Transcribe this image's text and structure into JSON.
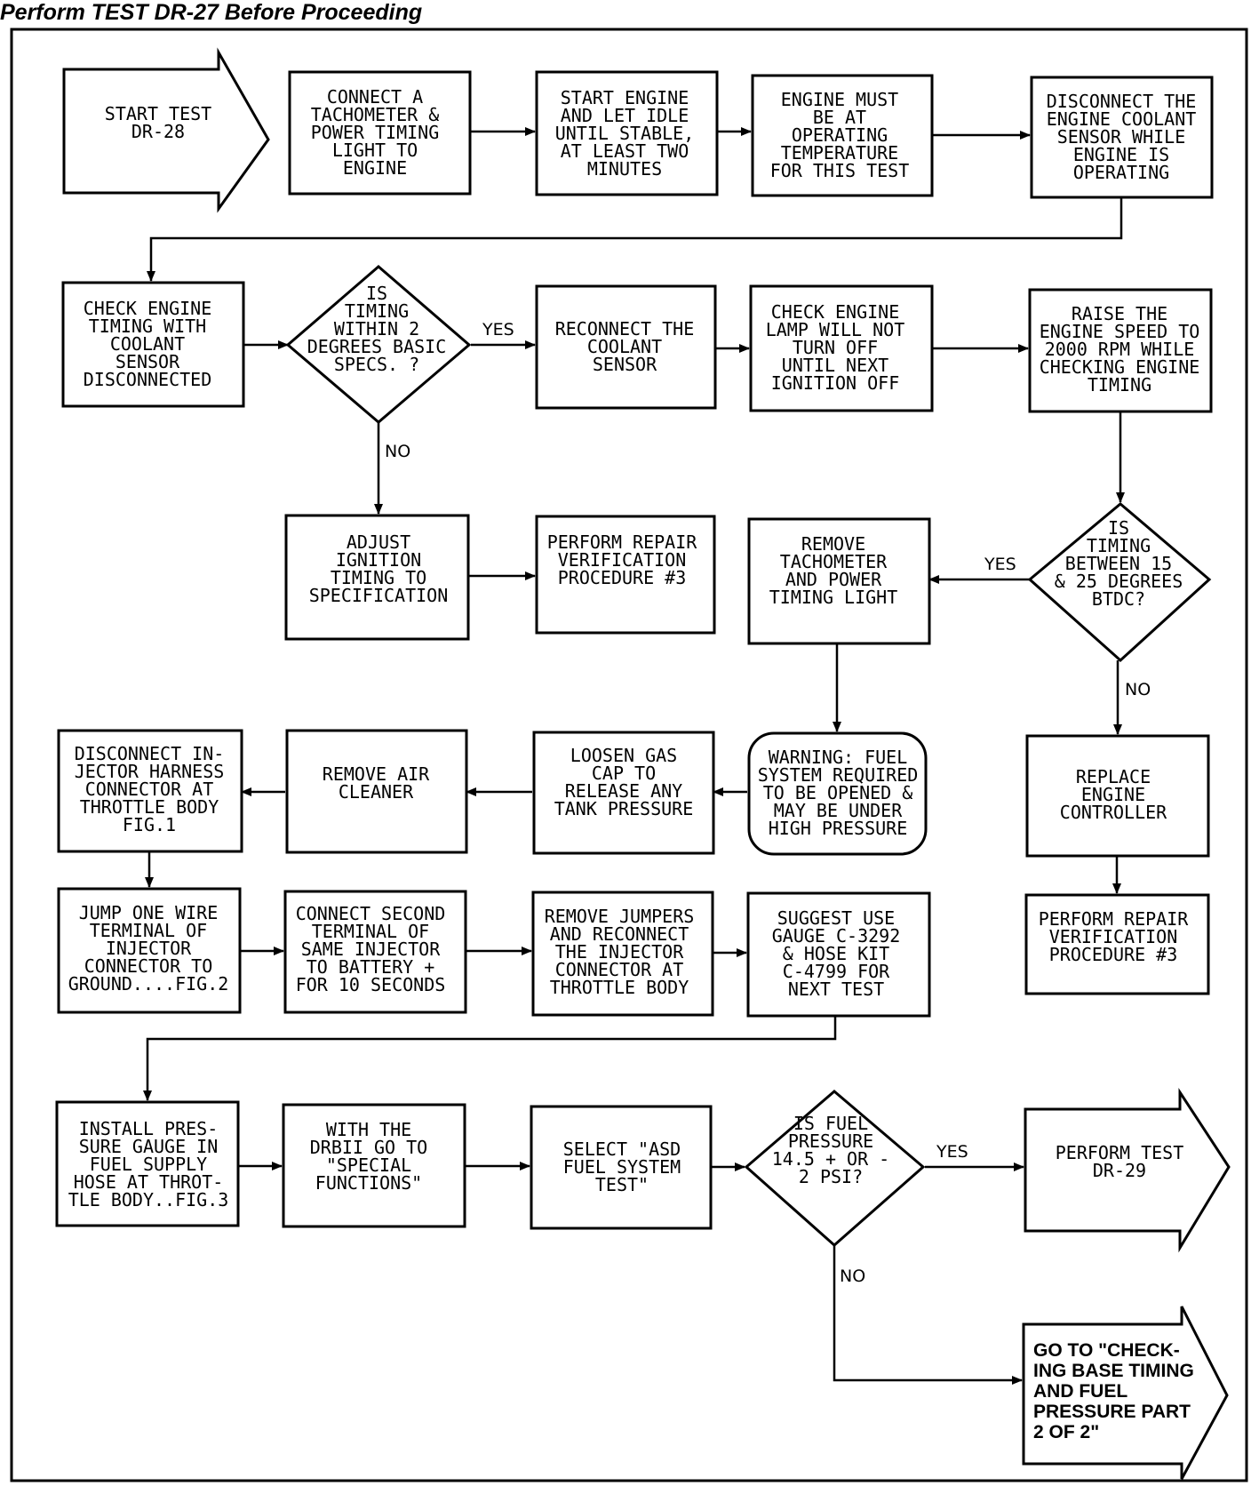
{
  "header": {
    "title": "Perform TEST DR-27 Before Proceeding"
  },
  "nodes": {
    "start": [
      "START TEST",
      "DR-28"
    ],
    "connect_tach": [
      "CONNECT A",
      "TACHOMETER &",
      "POWER TIMING",
      "LIGHT TO",
      "ENGINE"
    ],
    "start_engine": [
      "START ENGINE",
      "AND LET IDLE",
      "UNTIL STABLE,",
      "AT LEAST TWO",
      "MINUTES"
    ],
    "operating_temp": [
      "ENGINE MUST",
      "BE AT",
      "OPERATING",
      "TEMPERATURE",
      "FOR THIS TEST"
    ],
    "disconnect_coolant": [
      "DISCONNECT THE",
      "ENGINE COOLANT",
      "SENSOR WHILE",
      "ENGINE IS",
      "OPERATING"
    ],
    "check_timing": [
      "CHECK ENGINE",
      "TIMING WITH",
      "COOLANT",
      "SENSOR",
      "DISCONNECTED"
    ],
    "decision_timing": [
      "IS",
      "TIMING",
      "WITHIN 2",
      "DEGREES BASIC",
      "SPECS. ?"
    ],
    "reconnect": [
      "RECONNECT THE",
      "COOLANT",
      "SENSOR"
    ],
    "check_lamp": [
      "CHECK ENGINE",
      "LAMP WILL NOT",
      "TURN OFF",
      "UNTIL NEXT",
      "IGNITION OFF"
    ],
    "raise_speed": [
      "RAISE THE",
      "ENGINE SPEED TO",
      "2000 RPM WHILE",
      "CHECKING ENGINE",
      "TIMING"
    ],
    "adjust": [
      "ADJUST",
      "IGNITION",
      "TIMING TO",
      "SPECIFICATION"
    ],
    "repair1": [
      "PERFORM REPAIR",
      "VERIFICATION",
      "PROCEDURE #3"
    ],
    "remove_tach": [
      "REMOVE",
      "TACHOMETER",
      "AND POWER",
      "TIMING LIGHT"
    ],
    "decision_btdc": [
      "IS",
      "TIMING",
      "BETWEEN 15",
      "& 25 DEGREES",
      "BTDC?"
    ],
    "disconnect_injector": [
      "DISCONNECT IN-",
      "JECTOR HARNESS",
      "CONNECTOR AT",
      "THROTTLE BODY",
      "FIG.1"
    ],
    "remove_air": [
      "REMOVE AIR",
      "CLEANER"
    ],
    "loosen_cap": [
      "LOOSEN GAS",
      "CAP TO",
      "RELEASE ANY",
      "TANK PRESSURE"
    ],
    "warning": [
      "WARNING: FUEL",
      "SYSTEM REQUIRED",
      "TO BE OPENED &",
      "MAY BE UNDER",
      "HIGH PRESSURE"
    ],
    "replace_ctrl": [
      "REPLACE",
      "ENGINE",
      "CONTROLLER"
    ],
    "jump_wire": [
      "JUMP ONE WIRE",
      "TERMINAL OF",
      "INJECTOR",
      "CONNECTOR TO",
      "GROUND....FIG.2"
    ],
    "connect_second": [
      "CONNECT SECOND",
      "TERMINAL OF",
      "SAME INJECTOR",
      "TO BATTERY +",
      "FOR 10 SECONDS"
    ],
    "remove_jumpers": [
      "REMOVE JUMPERS",
      "AND RECONNECT",
      "THE INJECTOR",
      "CONNECTOR AT",
      "THROTTLE BODY"
    ],
    "suggest_gauge": [
      "SUGGEST USE",
      "GAUGE C-3292",
      "& HOSE KIT",
      "C-4799 FOR",
      "NEXT TEST"
    ],
    "repair2": [
      "PERFORM REPAIR",
      "VERIFICATION",
      "PROCEDURE #3"
    ],
    "install_gauge": [
      "INSTALL PRES-",
      "SURE GAUGE IN",
      "FUEL SUPPLY",
      "HOSE AT THROT-",
      "TLE BODY..FIG.3"
    ],
    "drbii": [
      "WITH THE",
      "DRBII GO TO",
      "\"SPECIAL",
      "FUNCTIONS\""
    ],
    "select_asd": [
      "SELECT \"ASD",
      "FUEL SYSTEM",
      "TEST\""
    ],
    "decision_fuel": [
      "IS FUEL",
      "PRESSURE",
      "14.5 + OR -",
      "2 PSI?"
    ],
    "test_dr29": [
      "PERFORM TEST",
      "DR-29"
    ],
    "goto_part2": [
      "GO TO \"CHECK-",
      "ING BASE TIMING",
      "AND FUEL",
      "PRESSURE PART",
      "2 OF 2\""
    ]
  },
  "edge_labels": {
    "timing_yes": "YES",
    "timing_no": "NO",
    "btdc_yes": "YES",
    "btdc_no": "NO",
    "fuel_yes": "YES",
    "fuel_no": "NO"
  }
}
